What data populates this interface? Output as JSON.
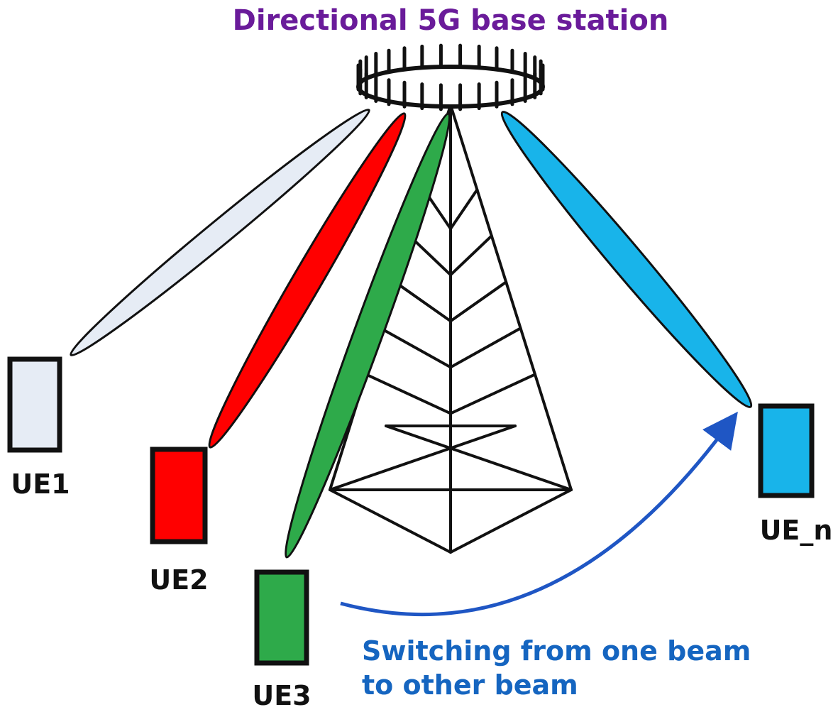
{
  "title": "Directional 5G base station",
  "caption_line1": "Switching from one beam",
  "caption_line2": "to other beam",
  "colors": {
    "title": "#6a1b9a",
    "caption": "#1565c0",
    "arrow": "#1f56c4",
    "outline": "#111111"
  },
  "user_equipment": [
    {
      "label": "UE1",
      "color": "#e6ecf5"
    },
    {
      "label": "UE2",
      "color": "#ff0000"
    },
    {
      "label": "UE3",
      "color": "#2eaa4a"
    },
    {
      "label": "UE_n",
      "color": "#18b4ea"
    }
  ],
  "beams": [
    {
      "target": "UE1",
      "color": "#e6ecf5"
    },
    {
      "target": "UE2",
      "color": "#ff0000"
    },
    {
      "target": "UE3",
      "color": "#2eaa4a"
    },
    {
      "target": "UE_n",
      "color": "#18b4ea"
    }
  ]
}
